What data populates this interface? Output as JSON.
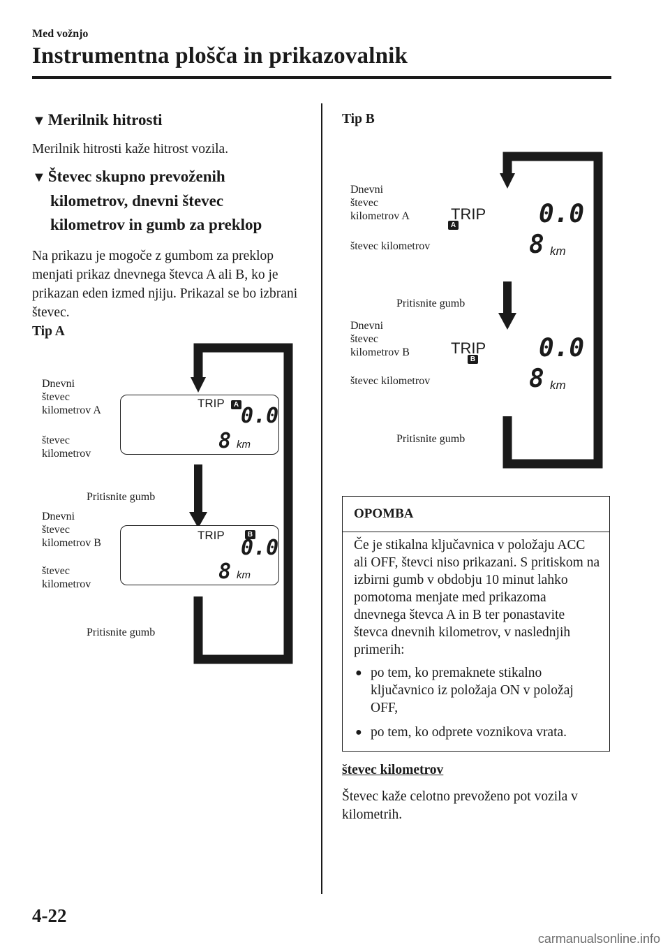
{
  "header": {
    "section": "Med vožnjo",
    "title": "Instrumentna plošča in prikazovalnik"
  },
  "speedometer": {
    "heading": "Merilnik hitrosti",
    "text": "Merilnik hitrosti kaže hitrost vozila."
  },
  "odometer_section": {
    "heading_line1": "Števec skupno prevoženih",
    "heading_line2": "kilometrov, dnevni števec",
    "heading_line3": "kilometrov in gumb za preklop",
    "text": "Na prikazu je mogoče z gumbom za preklop menjati prikaz dnevnega števca A ali B, ko je prikazan eden izmed njiju. Prikazal se bo izbrani števec.",
    "type_a": "Tip A",
    "type_b": "Tip B"
  },
  "diagram": {
    "trip": "TRIP",
    "badge_a": "A",
    "badge_b": "B",
    "digits_top": "0.0",
    "digits_bottom": "8",
    "unit": "km",
    "label_trip_a_1": "Dnevni",
    "label_trip_a_2": "števec",
    "label_trip_a_3": "kilometrov A",
    "label_trip_b_1": "Dnevni",
    "label_trip_b_2": "števec",
    "label_trip_b_3": "kilometrov B",
    "label_odo_1": "števec",
    "label_odo_2": "kilometrov",
    "label_odo_b": "števec kilometrov",
    "press": "Pritisnite gumb"
  },
  "note": {
    "heading": "OPOMBA",
    "text": "Če je stikalna ključavnica v položaju ACC ali OFF, števci niso prikazani. S pritiskom na izbirni gumb v obdobju 10 minut lahko pomotoma menjate med prikazoma dnevnega števca A in B ter ponastavite števca dnevnih kilometrov, v naslednjih primerih:",
    "bullet": "●",
    "items": [
      "po tem, ko premaknete stikalno ključavnico iz položaja ON v položaj OFF,",
      "po tem, ko odprete voznikova vrata."
    ]
  },
  "odometer": {
    "heading": "števec kilometrov",
    "text": "Števec kaže celotno prevoženo pot vozila v kilometrih."
  },
  "icons": {
    "triangle": "▼"
  },
  "footer": {
    "page": "4-22",
    "watermark": "carmanualsonline.info"
  }
}
